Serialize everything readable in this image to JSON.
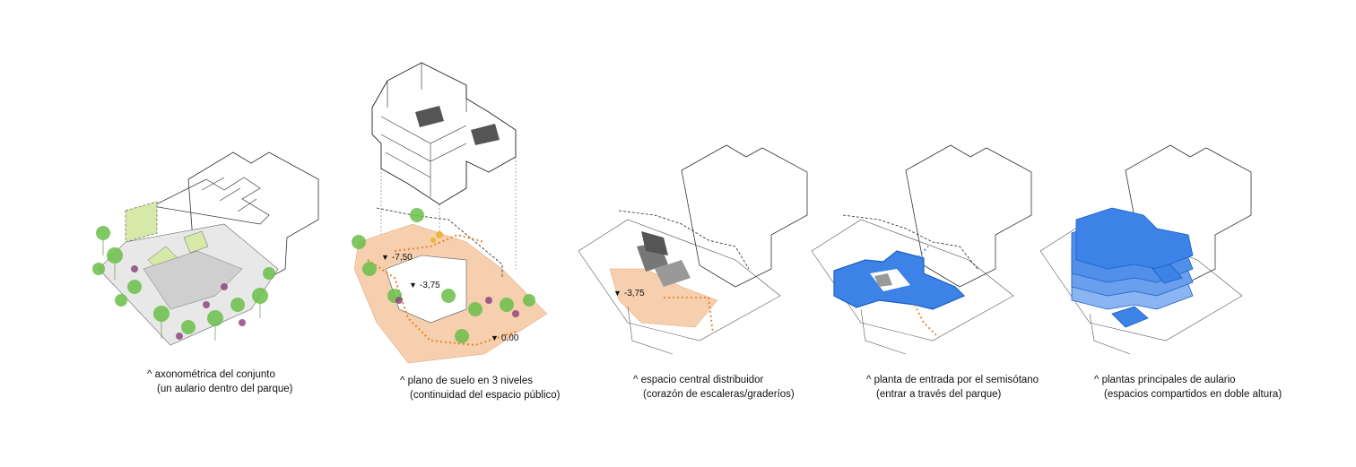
{
  "panels": [
    {
      "id": "conjunto",
      "caption_line1": "^ axonométrica del conjunto",
      "caption_line2": "(un aulario dentro del parque)"
    },
    {
      "id": "suelo",
      "caption_line1": "^ plano de suelo en 3 niveles",
      "caption_line2": "(continuidad del espacio público)",
      "levels": [
        "-7,50",
        "-3,75",
        "0,00"
      ]
    },
    {
      "id": "central",
      "caption_line1": "^ espacio central distribuidor",
      "caption_line2": "(corazón de escaleras/graderíos)",
      "levels": [
        "-3,75"
      ]
    },
    {
      "id": "entrada",
      "caption_line1": "^ planta de entrada por el semisótano",
      "caption_line2": "(entrar a través del parque)"
    },
    {
      "id": "aulario",
      "caption_line1": "^ plantas principales de aulario",
      "caption_line2": "(espacios compartidos en doble altura)"
    }
  ],
  "colors": {
    "line": "#333333",
    "dashed": "#222222",
    "green_patch": "#d6e9a8",
    "orange_ground": "#f6cfae",
    "orange_path": "#e8822a",
    "blue_plan": "#3d82e6",
    "blue_light": "#8bb5f2",
    "tree_green": "#6bbf4a",
    "tree_purple": "#8a3f7a"
  }
}
